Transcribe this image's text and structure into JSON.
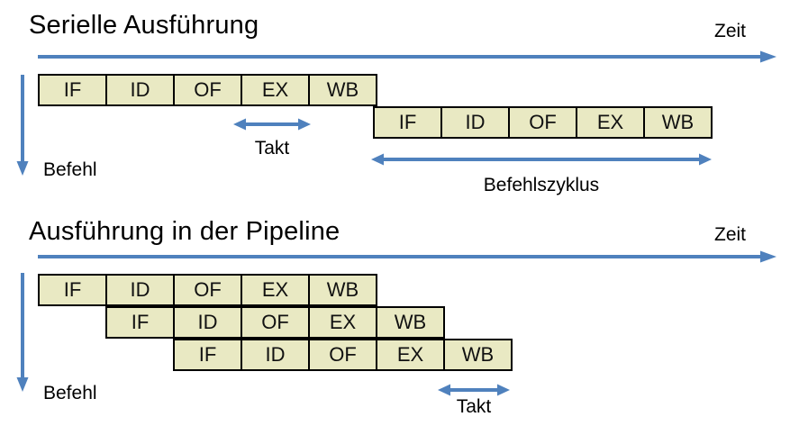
{
  "colors": {
    "accent_blue": "#4f81bd",
    "cell_fill": "#e9e9c3",
    "cell_border": "#000000",
    "text": "#000000",
    "background": "#ffffff"
  },
  "serial": {
    "title": "Serielle Ausführung",
    "time_axis_label": "Zeit",
    "instruction_axis_label": "Befehl",
    "clock_label": "Takt",
    "cycle_label": "Befehlszyklus",
    "rows": [
      {
        "cells": [
          "IF",
          "ID",
          "OF",
          "EX",
          "WB"
        ]
      },
      {
        "cells": [
          "IF",
          "ID",
          "OF",
          "EX",
          "WB"
        ]
      }
    ]
  },
  "pipeline": {
    "title": "Ausführung in der Pipeline",
    "time_axis_label": "Zeit",
    "instruction_axis_label": "Befehl",
    "clock_label": "Takt",
    "rows": [
      {
        "cells": [
          "IF",
          "ID",
          "OF",
          "EX",
          "WB"
        ]
      },
      {
        "cells": [
          "IF",
          "ID",
          "OF",
          "EX",
          "WB"
        ]
      },
      {
        "cells": [
          "IF",
          "ID",
          "OF",
          "EX",
          "WB"
        ]
      }
    ]
  }
}
